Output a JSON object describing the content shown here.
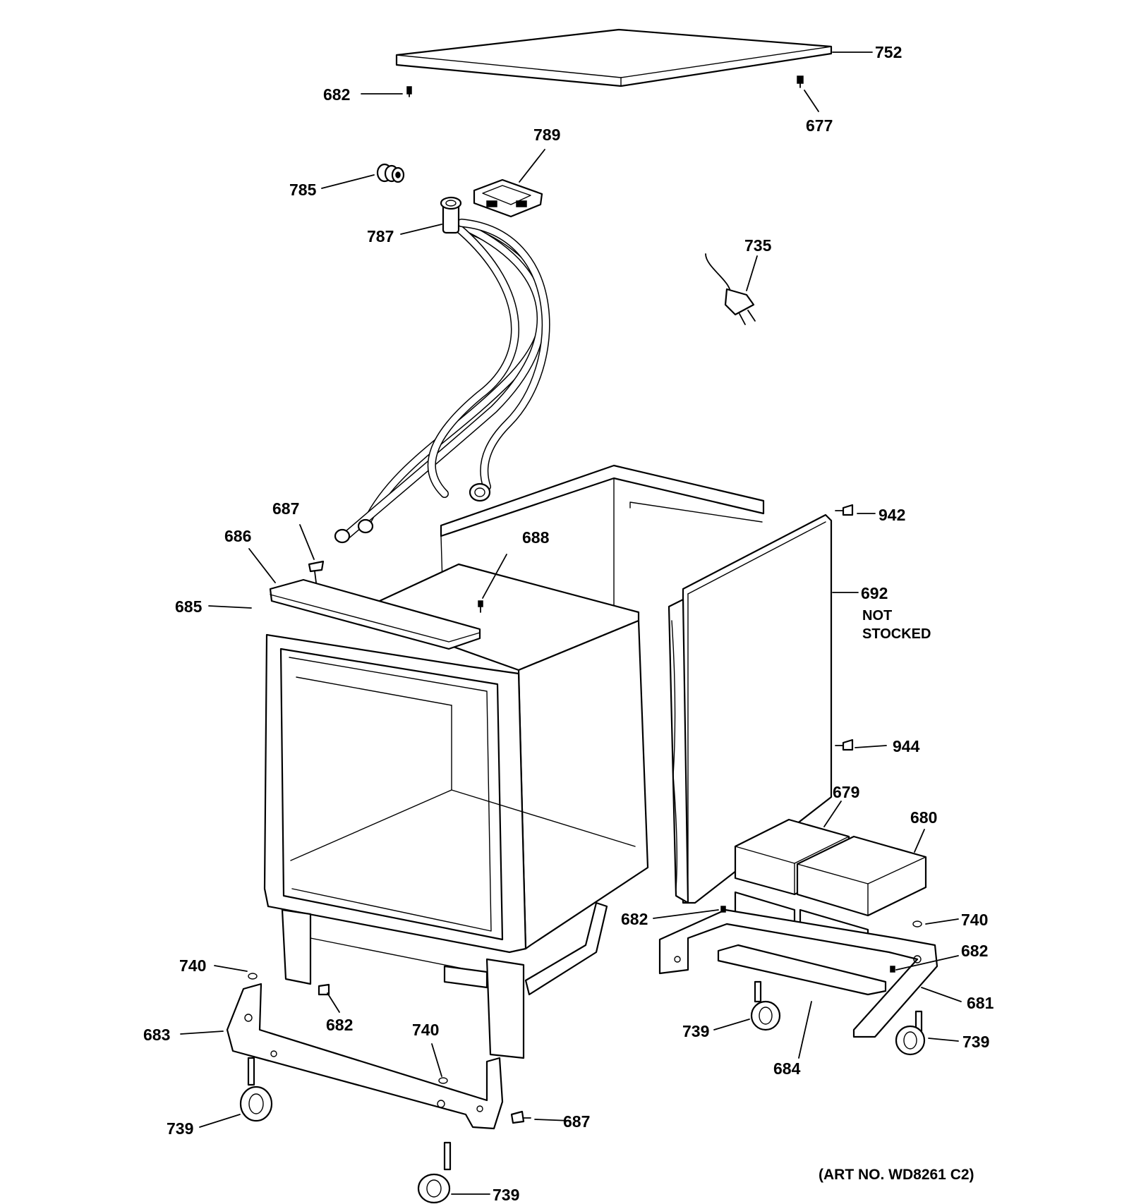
{
  "labels": {
    "p752": "752",
    "p682_top": "682",
    "p677": "677",
    "p789": "789",
    "p785": "785",
    "p787": "787",
    "p735": "735",
    "p687_top": "687",
    "p686": "686",
    "p688": "688",
    "p685": "685",
    "p942": "942",
    "p692": "692",
    "p692_note1": "NOT",
    "p692_note2": "STOCKED",
    "p944": "944",
    "p679": "679",
    "p680": "680",
    "p682_mid": "682",
    "p740_right": "740",
    "p682_right": "682",
    "p681": "681",
    "p739_mid": "739",
    "p739_right": "739",
    "p684": "684",
    "p740_left": "740",
    "p683": "683",
    "p682_low": "682",
    "p740_low": "740",
    "p739_left": "739",
    "p687_low": "687",
    "p739_bottom": "739"
  },
  "art_number": "(ART NO. WD8261 C2)"
}
